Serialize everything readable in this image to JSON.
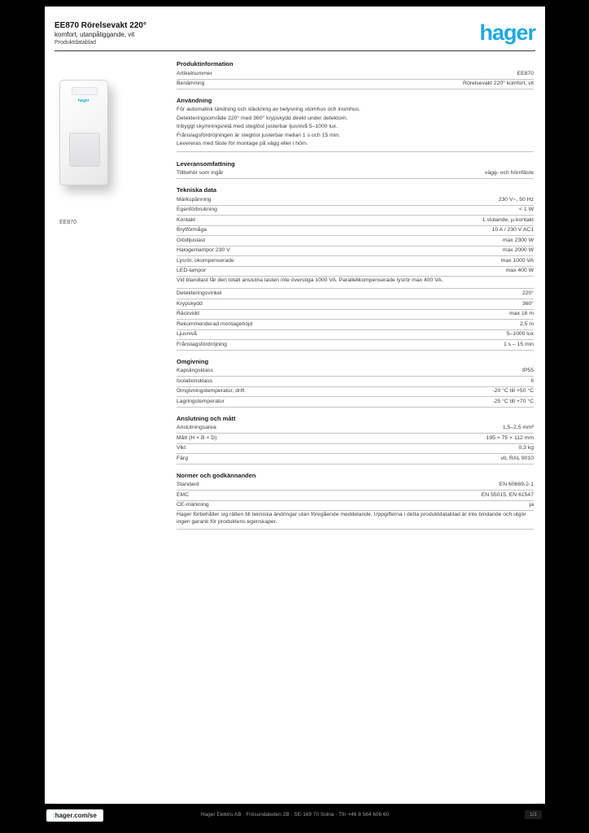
{
  "header": {
    "title": "EE870 Rörelsevakt 220°",
    "subtitle": "komfort, utanpåliggande, vit",
    "ref": "Produktdatablad",
    "logo": "hager",
    "brand_color": "#1da9e2"
  },
  "product": {
    "caption": "EE870"
  },
  "sections": [
    {
      "title": "Produktinformation",
      "items": [
        {
          "type": "row",
          "label": "Artikelnummer",
          "value": "EE870"
        },
        {
          "type": "row",
          "label": "Benämning",
          "value": "Rörelsevakt 220° komfort, vit"
        }
      ]
    },
    {
      "title": "Användning",
      "items": [
        {
          "type": "p",
          "text": "För automatisk tändning och släckning av belysning utomhus och inomhus."
        },
        {
          "type": "p",
          "text": "Detekteringsområde 220° med 360° krypskydd direkt under detektorn."
        },
        {
          "type": "p",
          "text": "Inbyggt skymningsrelä med steglöst justerbar ljusnivå 5–1000 lux."
        },
        {
          "type": "p",
          "text": "Frånslagsfördröjningen är steglöst justerbar mellan 1 s och 15 min."
        },
        {
          "type": "p",
          "text": "Levereras med fäste för montage på vägg eller i hörn."
        },
        {
          "type": "hr"
        }
      ]
    },
    {
      "title": "Leveransomfattning",
      "items": [
        {
          "type": "row",
          "label": "Tillbehör som ingår",
          "value": "vägg- och hörnfäste"
        }
      ]
    },
    {
      "title": "Tekniska data",
      "items": [
        {
          "type": "row",
          "label": "Märkspänning",
          "value": "230 V~, 50 Hz"
        },
        {
          "type": "row",
          "label": "Egenförbrukning",
          "value": "< 1 W"
        },
        {
          "type": "row",
          "label": "Kontakt",
          "value": "1 slutande, µ-kontakt"
        },
        {
          "type": "row",
          "label": "Brytförmåga",
          "value": "10 A / 230 V AC1"
        },
        {
          "type": "row",
          "label": "Glödljuslast",
          "value": "max 2300 W"
        },
        {
          "type": "row",
          "label": "Halogenlampor 230 V",
          "value": "max 2000 W"
        },
        {
          "type": "row",
          "label": "Lysrör, okompenserade",
          "value": "max 1000 VA"
        },
        {
          "type": "row",
          "label": "LED-lampor",
          "value": "max 400 W"
        },
        {
          "type": "p",
          "text": "Vid blandlast får den totalt anslutna lasten inte överstiga 1000 VA. Parallellkompenserade lysrör max 400 VA."
        },
        {
          "type": "hr"
        },
        {
          "type": "row",
          "label": "Detekteringsvinkel",
          "value": "220°"
        },
        {
          "type": "row",
          "label": "Krypskydd",
          "value": "360°"
        },
        {
          "type": "row",
          "label": "Räckvidd",
          "value": "max 16 m"
        },
        {
          "type": "row",
          "label": "Rekommenderad montagehöjd",
          "value": "2,5 m"
        },
        {
          "type": "row",
          "label": "Ljusnivå",
          "value": "5–1000 lux"
        },
        {
          "type": "row",
          "label": "Frånslagsfördröjning",
          "value": "1 s – 15 min"
        }
      ]
    },
    {
      "title": "Omgivning",
      "items": [
        {
          "type": "row",
          "label": "Kapslingsklass",
          "value": "IP55"
        },
        {
          "type": "row",
          "label": "Isolationsklass",
          "value": "II"
        },
        {
          "type": "row",
          "label": "Omgivningstemperatur, drift",
          "value": "-20 °C till +50 °C"
        },
        {
          "type": "row",
          "label": "Lagringstemperatur",
          "value": "-25 °C till +70 °C"
        }
      ]
    },
    {
      "title": "Anslutning och mått",
      "items": [
        {
          "type": "row",
          "label": "Anslutningsarea",
          "value": "1,5–2,5 mm²"
        },
        {
          "type": "row",
          "label": "Mått (H × B × D)",
          "value": "195 × 75 × 112 mm"
        },
        {
          "type": "row",
          "label": "Vikt",
          "value": "0,3 kg"
        },
        {
          "type": "row",
          "label": "Färg",
          "value": "vit, RAL 9010"
        }
      ]
    },
    {
      "title": "Normer och godkännanden",
      "items": [
        {
          "type": "row",
          "label": "Standard",
          "value": "EN 60669-2-1"
        },
        {
          "type": "row",
          "label": "EMC",
          "value": "EN 55015, EN 61547"
        },
        {
          "type": "row",
          "label": "CE-märkning",
          "value": "ja"
        }
      ]
    },
    {
      "title": "",
      "items": [
        {
          "type": "p",
          "text": "Hager förbehåller sig rätten till tekniska ändringar utan föregående meddelande. Uppgifterna i detta produktdatablad är inte bindande och utgör ingen garanti för produktens egenskaper."
        },
        {
          "type": "hr"
        }
      ]
    }
  ],
  "footer": {
    "link": "hager.com/se",
    "link_prefix": ":",
    "center": "Hager Elektro AB · Frösundaleden 2B · SE-169 70 Solna · Tfn +46 8 564 606 60",
    "right": "1/1"
  }
}
